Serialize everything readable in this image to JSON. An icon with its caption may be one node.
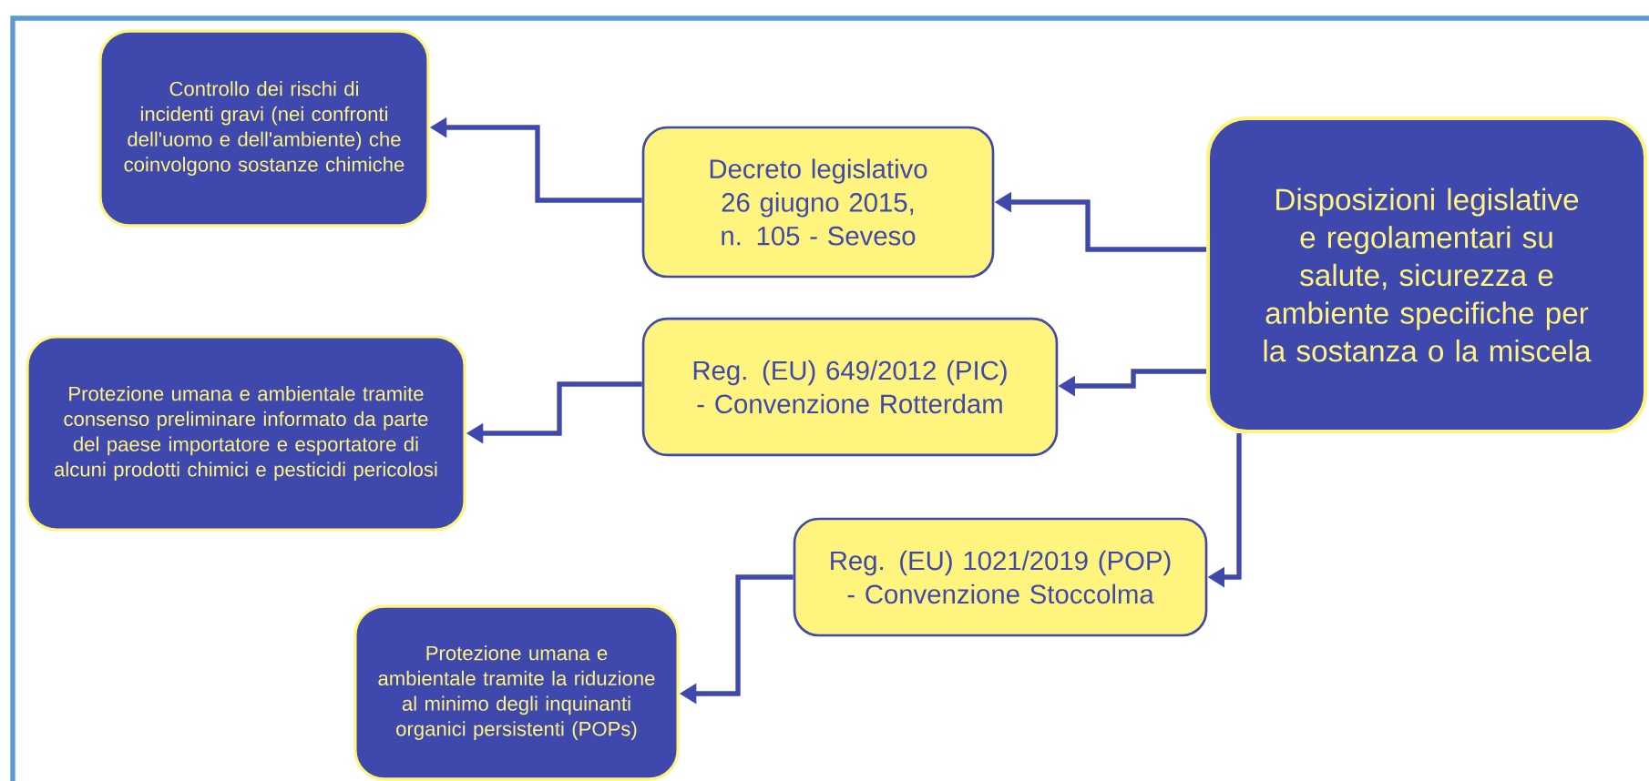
{
  "diagram": {
    "nodes": [
      {
        "text": [
          "Disposizioni legislative e regolamentari su salute, sicurezza e ambiente specifiche per la sostanza o la miscela"
        ]
      },
      {
        "text": [
          "Decreto legislativo 26 giugno 2015, n. 105 - Seveso"
        ]
      },
      {
        "text": [
          "Reg. (EU) 649/2012 (PIC) - Convenzione Rotterdam"
        ]
      },
      {
        "text": [
          "Reg. (EU) 1021/2019 (POP) - Convenzione Stoccolma"
        ]
      },
      {
        "text": [
          "Controllo dei rischi di incidenti gravi (nei confronti dell'uomo e dell'ambiente) che coinvolgono  sostanze chimiche"
        ]
      },
      {
        "text": [
          "Protezione umana e ambientale tramite consenso preliminare informato da parte del paese importatore e esportatore di alcuni prodotti chimici e pesticidi pericolosi"
        ]
      },
      {
        "text": [
          "Protezione umana e ambientale tramite la riduzione al minimo degli inquinanti organici persistenti (POPs)"
        ]
      }
    ],
    "edges": [
      {
        "from": 0,
        "to": 1,
        "arrow": "to"
      },
      {
        "from": 0,
        "to": 2,
        "arrow": "to"
      },
      {
        "from": 0,
        "to": 3,
        "arrow": "to"
      },
      {
        "from": 1,
        "to": 4,
        "arrow": "to"
      },
      {
        "from": 2,
        "to": 5,
        "arrow": "to"
      },
      {
        "from": 3,
        "to": 6,
        "arrow": "to"
      }
    ]
  }
}
